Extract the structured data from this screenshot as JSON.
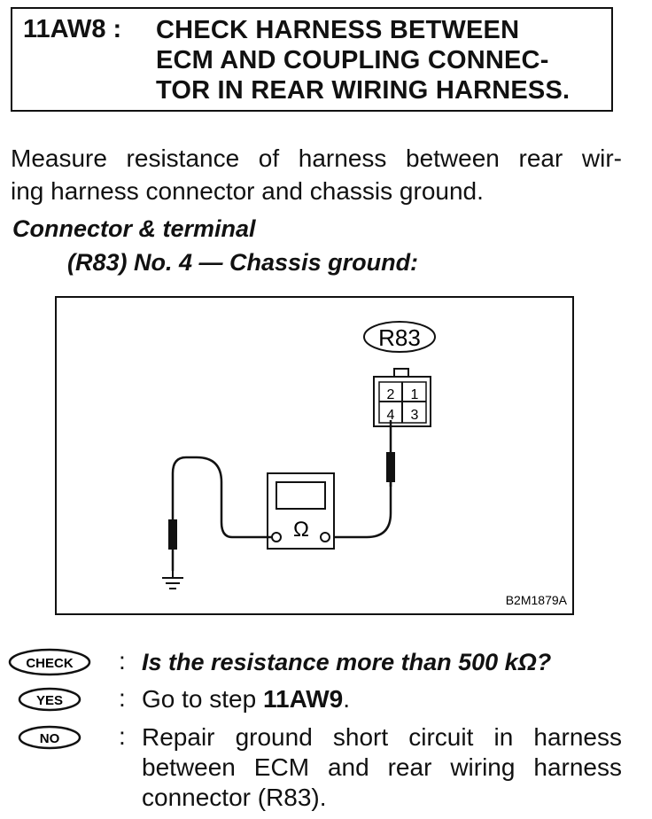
{
  "header": {
    "step_id": "11AW8 :",
    "title_lines": [
      "CHECK HARNESS BETWEEN",
      "ECM AND COUPLING CONNEC-",
      "TOR IN REAR WIRING HARNESS."
    ]
  },
  "instruction": {
    "line1": "Measure resistance of harness between rear wir-",
    "line2": "ing harness connector and chassis ground."
  },
  "connector_terminal": {
    "heading": "Connector & terminal",
    "spec": "(R83) No. 4 — Chassis ground:"
  },
  "diagram": {
    "connector_label": "R83",
    "terminals": [
      "2",
      "1",
      "4",
      "3"
    ],
    "meter_symbol": "Ω",
    "figure_code": "B2M1879A"
  },
  "check": {
    "badge": "CHECK",
    "colon": ":",
    "question": "Is the resistance more than 500 kΩ?"
  },
  "yes": {
    "badge": "YES",
    "colon": ":",
    "text_prefix": "Go to step ",
    "step_ref": "11AW9",
    "text_suffix": "."
  },
  "no": {
    "badge": "NO",
    "colon": ":",
    "line1": "Repair ground short circuit in harness",
    "line2": "between ECM and rear wiring harness",
    "line3": "connector (R83)."
  }
}
